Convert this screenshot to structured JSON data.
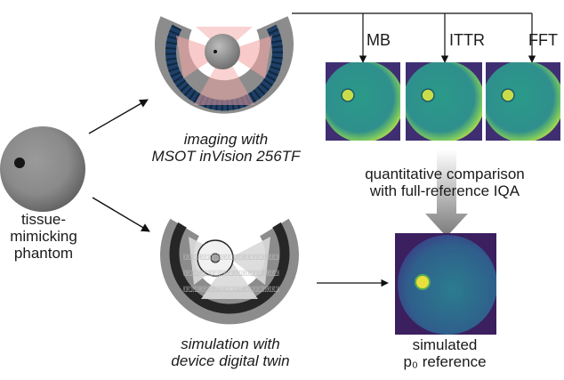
{
  "phantom_label": [
    "tissue-",
    "mimicking",
    "phantom"
  ],
  "imaging_label": [
    "imaging with",
    "MSOT inVision 256TF"
  ],
  "simulation_label": [
    "simulation with",
    "device digital twin"
  ],
  "methods": [
    "MB",
    "ITTR",
    "FFT"
  ],
  "comparison_label": [
    "quantitative comparison",
    "with full-reference IQA"
  ],
  "reference_label": [
    "simulated",
    "p₀ reference"
  ],
  "binary_text": "0101101100101101011010010110101100101101011010010110"
}
